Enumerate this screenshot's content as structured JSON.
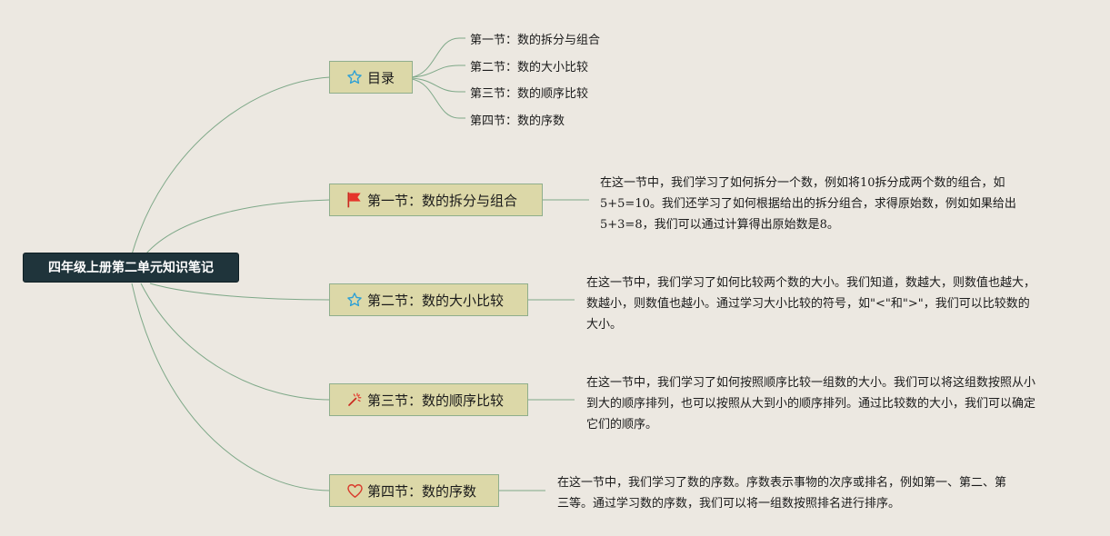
{
  "root": {
    "label": "四年级上册第二单元知识笔记"
  },
  "toc": {
    "label": "目录",
    "icon": "star-icon",
    "items": [
      "第一节：数的拆分与组合",
      "第二节：数的大小比较",
      "第三节：数的顺序比较",
      "第四节：数的序数"
    ]
  },
  "sections": [
    {
      "label": "第一节：数的拆分与组合",
      "icon": "red-flag-icon",
      "note": "在这一节中，我们学习了如何拆分一个数，例如将10拆分成两个数的组合，如5+5=10。我们还学习了如何根据给出的拆分组合，求得原始数，例如如果给出5+3=8，我们可以通过计算得出原始数是8。"
    },
    {
      "label": "第二节：数的大小比较",
      "icon": "star-icon",
      "note": "在这一节中，我们学习了如何比较两个数的大小。我们知道，数越大，则数值也越大，数越小，则数值也越小。通过学习大小比较的符号，如\"<\"和\">\"，我们可以比较数的大小。"
    },
    {
      "label": "第三节：数的顺序比较",
      "icon": "magic-wand-icon",
      "note": "在这一节中，我们学习了如何按照顺序比较一组数的大小。我们可以将这组数按照从小到大的顺序排列，也可以按照从大到小的顺序排列。通过比较数的大小，我们可以确定它们的顺序。"
    },
    {
      "label": "第四节：数的序数",
      "icon": "heart-icon",
      "note": "在这一节中，我们学习了数的序数。序数表示事物的次序或排名，例如第一、第二、第三等。通过学习数的序数，我们可以将一组数按照排名进行排序。"
    }
  ],
  "colors": {
    "root_bg": "#1f343b",
    "topic_bg": "#dcd8a8",
    "topic_border": "#8fae8c",
    "connector": "#7ea888",
    "background": "#ece8e1"
  }
}
